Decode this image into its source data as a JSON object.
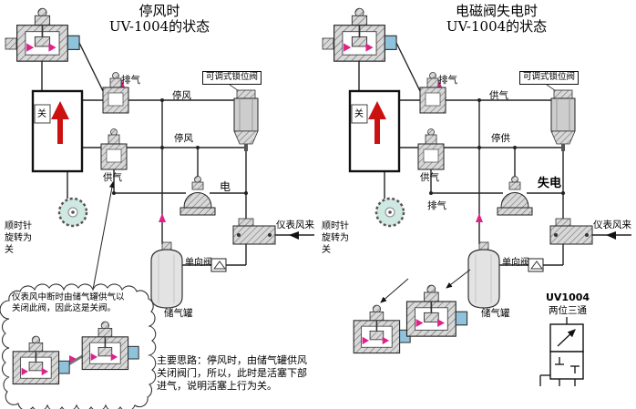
{
  "left": {
    "title_line1": "停风时",
    "title_line2": "UV-1004的状态",
    "labels": {
      "exhaust": "排气",
      "lock_valve": "可调式锁位阀",
      "pipe_top": "停风",
      "cylinder_state": "关",
      "pipe_mid": "停风",
      "supply": "供气",
      "solenoid": "电",
      "rotation": "顺时针旋转为关",
      "instrument_air": "仪表风来",
      "check_valve": "单向阀",
      "air_tank": "储气罐"
    },
    "cloud_note": "仪表风中断时由储气罐供气以关闭此阀，因此这是关阀。",
    "main_note": "主要思路：停风时，由储气罐供风关闭阀门，所以，此时是活塞下部进气，说明活塞上行为关。"
  },
  "right": {
    "title_line1": "电磁阀失电时",
    "title_line2": "UV-1004的状态",
    "labels": {
      "exhaust_top": "排气",
      "lock_valve": "可调式锁位阀",
      "pipe_top": "供气",
      "cylinder_state": "关",
      "pipe_mid": "停供",
      "supply": "供气",
      "solenoid": "失电",
      "exhaust_mid": "排气",
      "rotation": "顺时针旋转为关",
      "instrument_air": "仪表风来",
      "check_valve": "单向阀",
      "air_tank": "储气罐",
      "uv_model": "UV1004",
      "uv_type": "两位三通"
    }
  },
  "colors": {
    "flow_arrow": "#e0218a",
    "tank_arrow": "#cc1111",
    "port_blue": "#8fc3dc",
    "gear_teal": "#cfe8e2",
    "hatch_fill": "#d8d8d8"
  }
}
